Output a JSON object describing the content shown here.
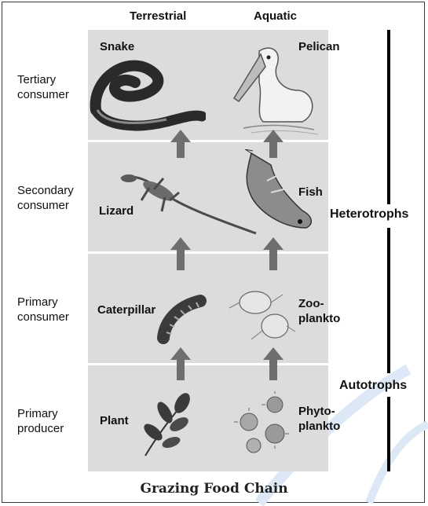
{
  "columns": {
    "left": "Terrestrial",
    "right": "Aquatic"
  },
  "levels": [
    {
      "line1": "Tertiary",
      "line2": "consumer"
    },
    {
      "line1": "Secondary",
      "line2": "consumer"
    },
    {
      "line1": "Primary",
      "line2": "consumer"
    },
    {
      "line1": "Primary",
      "line2": "producer"
    }
  ],
  "organisms": {
    "snake": "Snake",
    "pelican": "Pelican",
    "lizard": "Lizard",
    "fish": "Fish",
    "caterpillar": "Caterpillar",
    "zoo_line1": "Zoo-",
    "zoo_line2": "plankto",
    "plant": "Plant",
    "phyto_line1": "Phyto-",
    "phyto_line2": "plankto"
  },
  "side_labels": {
    "heterotrophs": "Heterotrophs",
    "autotrophs": "Autotrophs"
  },
  "caption": "Grazing Food Chain",
  "colors": {
    "panel": "#dcdcdc",
    "arrow": "#6e6e6e",
    "line": "#000000",
    "watermark": "#cfe0f4"
  }
}
